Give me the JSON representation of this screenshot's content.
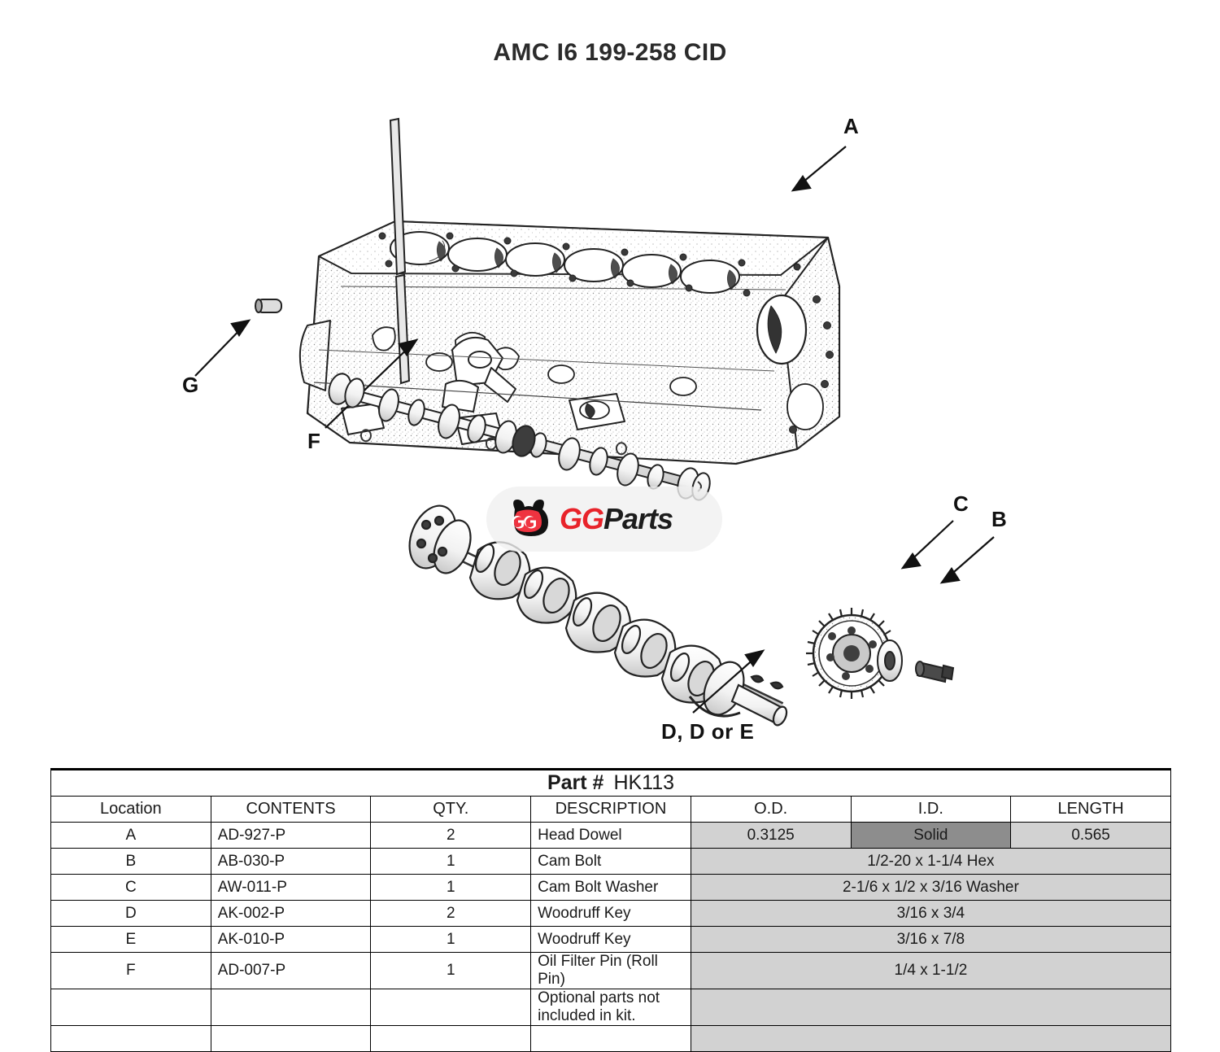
{
  "title": "AMC I6 199-258 CID",
  "watermark": {
    "brand_gg": "GG",
    "brand_parts": "Parts",
    "mascot": "gg-bear-mascot-icon"
  },
  "callouts": [
    {
      "id": "a",
      "label": "A"
    },
    {
      "id": "g",
      "label": "G"
    },
    {
      "id": "f",
      "label": "F"
    },
    {
      "id": "c",
      "label": "C"
    },
    {
      "id": "b",
      "label": "B"
    },
    {
      "id": "de",
      "label": "D, D or E"
    }
  ],
  "table": {
    "part_number_label": "Part #",
    "part_number_value": "HK113",
    "headers": {
      "location": "Location",
      "contents": "CONTENTS",
      "qty": "QTY.",
      "description": "DESCRIPTION",
      "od": "O.D.",
      "id": "I.D.",
      "length": "LENGTH"
    },
    "rows": [
      {
        "location": "A",
        "contents": "AD-927-P",
        "qty": "2",
        "description": "Head Dowel",
        "od": "0.3125",
        "id": "Solid",
        "length": "0.565",
        "span": false,
        "id_dark": true
      },
      {
        "location": "B",
        "contents": "AB-030-P",
        "qty": "1",
        "description": "Cam Bolt",
        "spanned_dim": "1/2-20 x 1-1/4 Hex",
        "span": true
      },
      {
        "location": "C",
        "contents": "AW-011-P",
        "qty": "1",
        "description": "Cam Bolt Washer",
        "spanned_dim": "2-1/6 x 1/2 x 3/16 Washer",
        "span": true
      },
      {
        "location": "D",
        "contents": "AK-002-P",
        "qty": "2",
        "description": "Woodruff Key",
        "spanned_dim": "3/16 x 3/4",
        "span": true
      },
      {
        "location": "E",
        "contents": "AK-010-P",
        "qty": "1",
        "description": "Woodruff Key",
        "spanned_dim": "3/16 x 7/8",
        "span": true
      },
      {
        "location": "F",
        "contents": "AD-007-P",
        "qty": "1",
        "description": "Oil Filter Pin (Roll Pin)",
        "spanned_dim": "1/4 x 1-1/2",
        "span": true
      },
      {
        "location": "",
        "contents": "",
        "qty": "",
        "description": "Optional parts not included in kit.",
        "spanned_dim": "",
        "span": true,
        "description_bold": true
      },
      {
        "location": "",
        "contents": "",
        "qty": "",
        "description": "",
        "spanned_dim": "",
        "span": true
      }
    ]
  },
  "colors": {
    "accent_red": "#e8232a",
    "ink": "#1a1a1a",
    "dim_fill": "#d2d2d2",
    "dim_fill_dark": "#8d8d8d"
  }
}
